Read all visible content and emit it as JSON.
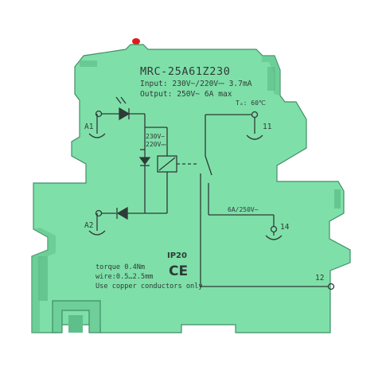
{
  "device": {
    "model": "MRC-25A61Z230",
    "input_spec": "Input: 230V~/220V⎓  3.7mA",
    "output_spec": "Output: 250V~  6A  max",
    "temperature": "Tₐ: 60℃",
    "coil_voltage_ac": "230V~",
    "coil_voltage_dc": "220V⎓",
    "contact_rating": "6A/250V~",
    "terminals": {
      "a1": "A1",
      "a2": "A2",
      "t11": "11",
      "t14": "14",
      "t12": "12"
    },
    "ip_rating": "IP20",
    "ce_mark": "CE",
    "torque": "torque 0.4Nm",
    "wire": "wire:0.5…2.5mm",
    "note": "Use copper conductors only"
  },
  "colors": {
    "housing": "#7fdfa9",
    "housing_shade": "#5fbf8a",
    "housing_dark": "#3f8f66",
    "print": "#2e3b36",
    "led": "#e01a1a"
  }
}
